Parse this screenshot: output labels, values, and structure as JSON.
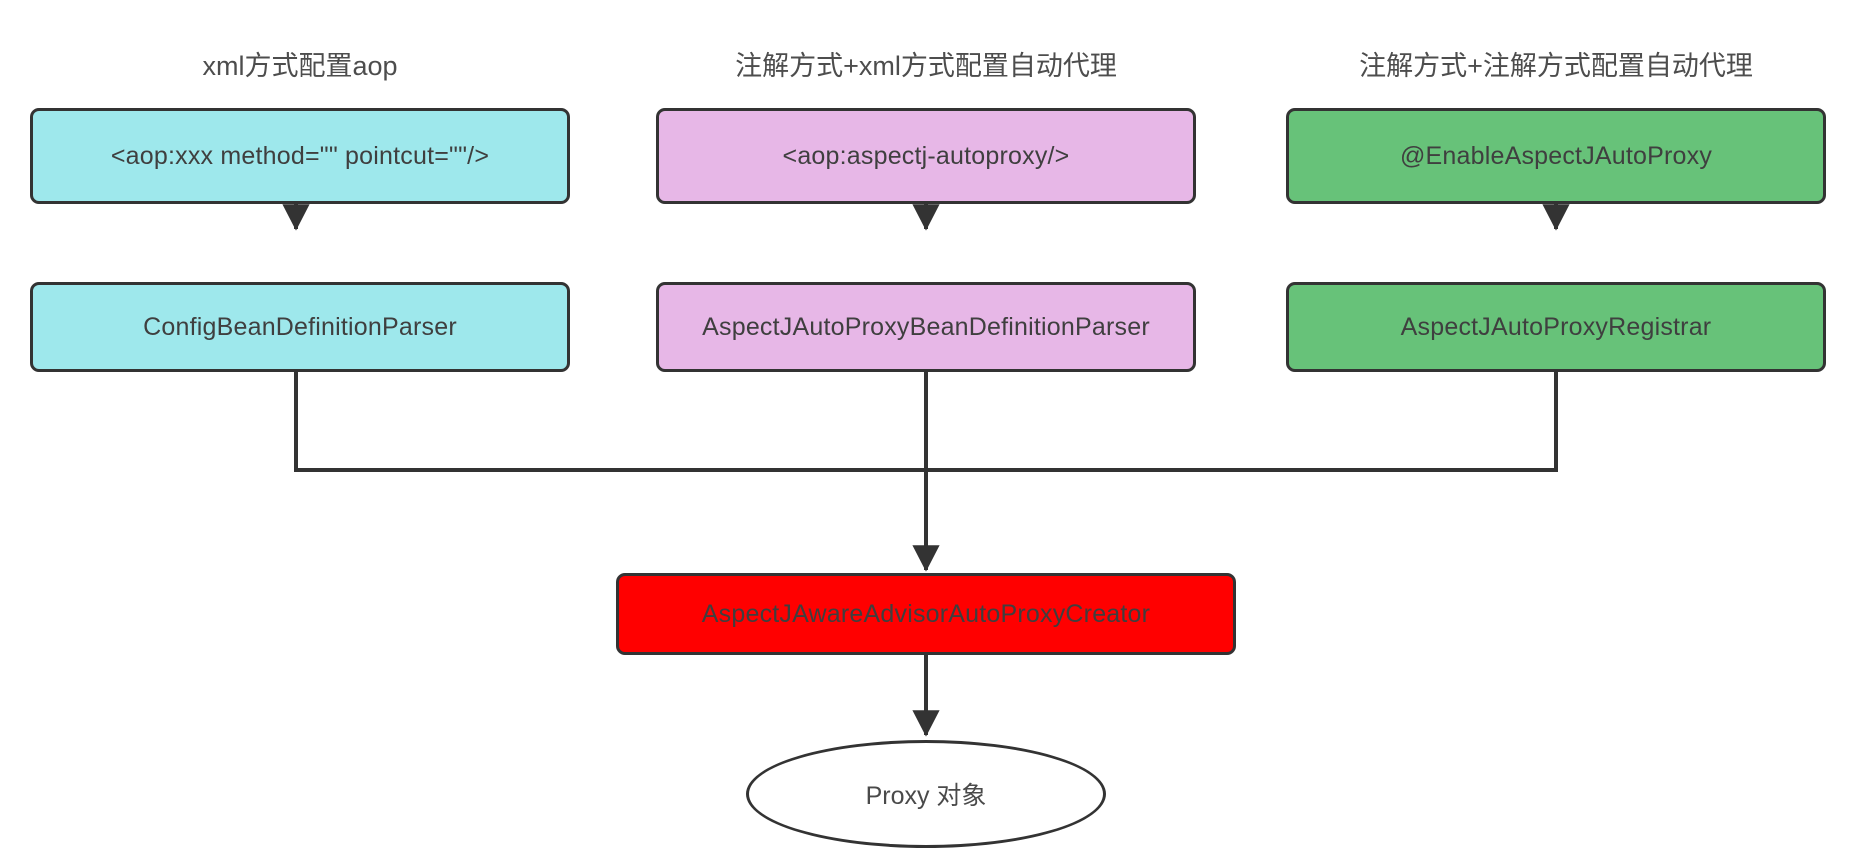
{
  "diagram": {
    "title_color": "#4d4d4d",
    "edge_color": "#333333",
    "columns": [
      {
        "title": "xml方式配置aop",
        "color": "#9EE8EC",
        "top_node": "<aop:xxx method=\"\" pointcut=\"\"/>",
        "bottom_node": "ConfigBeanDefinitionParser"
      },
      {
        "title": "注解方式+xml方式配置自动代理",
        "color": "#E7B7E7",
        "top_node": "<aop:aspectj-autoproxy/>",
        "bottom_node": "AspectJAutoProxyBeanDefinitionParser"
      },
      {
        "title": "注解方式+注解方式配置自动代理",
        "color": "#67C279",
        "top_node": "@EnableAspectJAutoProxy",
        "bottom_node": "AspectJAutoProxyRegistrar"
      }
    ],
    "merge_node": {
      "label": "AspectJAwareAdvisorAutoProxyCreator",
      "color": "#FF0000"
    },
    "result_node": {
      "label": "Proxy 对象",
      "color": "#ffffff"
    }
  }
}
